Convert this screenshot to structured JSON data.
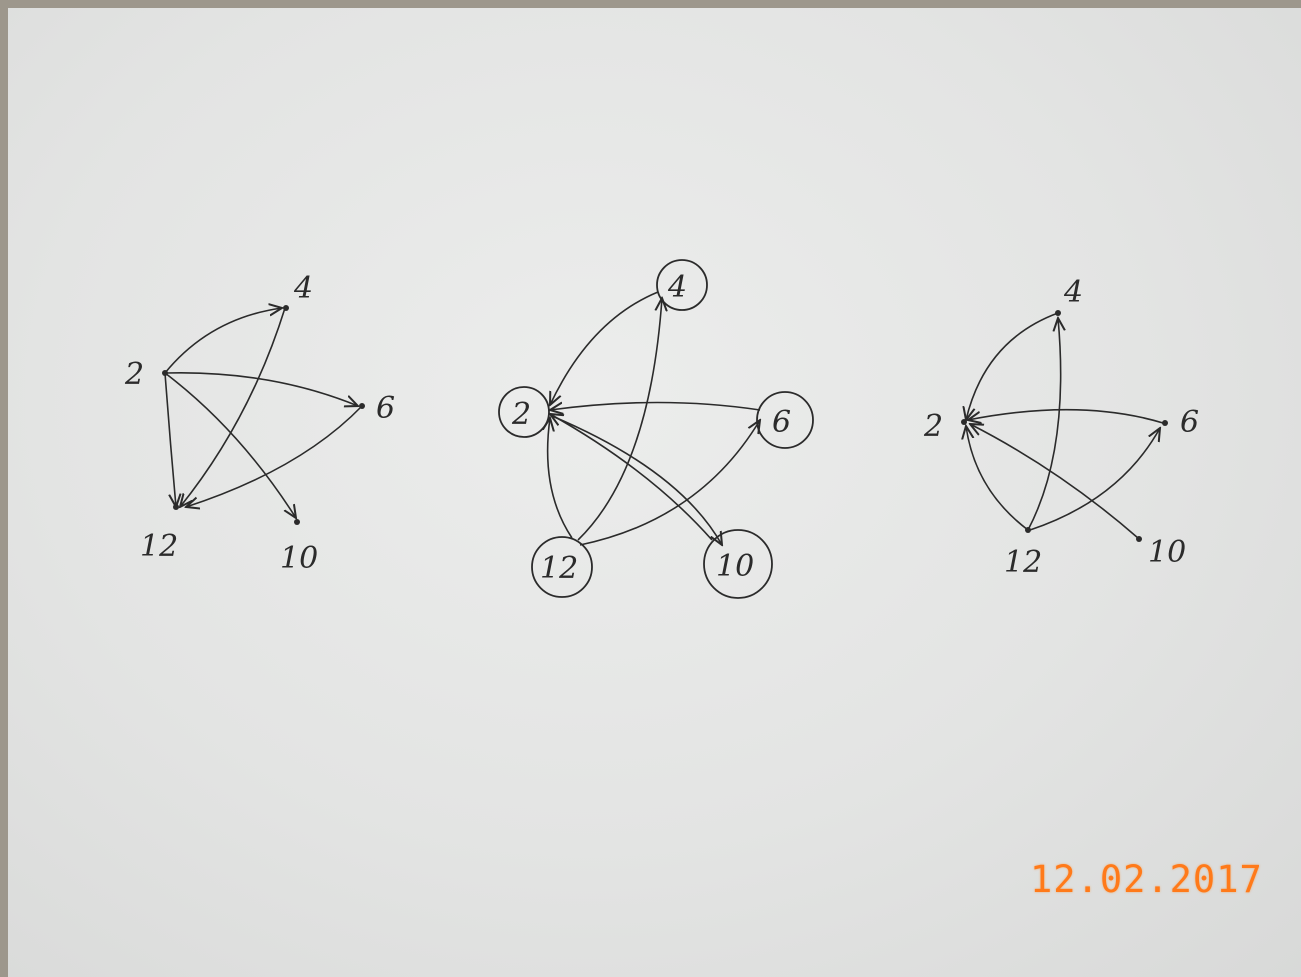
{
  "diagrams": [
    {
      "id": "graph-1",
      "nodes": [
        {
          "id": "2",
          "label": "2"
        },
        {
          "id": "4",
          "label": "4"
        },
        {
          "id": "6",
          "label": "6"
        },
        {
          "id": "12",
          "label": "12"
        },
        {
          "id": "10",
          "label": "10"
        }
      ],
      "edges": [
        {
          "from": "2",
          "to": "4"
        },
        {
          "from": "2",
          "to": "6"
        },
        {
          "from": "2",
          "to": "12"
        },
        {
          "from": "2",
          "to": "10"
        },
        {
          "from": "4",
          "to": "12"
        },
        {
          "from": "6",
          "to": "12"
        }
      ]
    },
    {
      "id": "graph-2",
      "nodes": [
        {
          "id": "2",
          "label": "2"
        },
        {
          "id": "4",
          "label": "4"
        },
        {
          "id": "6",
          "label": "6"
        },
        {
          "id": "12",
          "label": "12"
        },
        {
          "id": "10",
          "label": "10"
        }
      ],
      "edges": [
        {
          "from": "4",
          "to": "2"
        },
        {
          "from": "6",
          "to": "2"
        },
        {
          "from": "12",
          "to": "2"
        },
        {
          "from": "10",
          "to": "2"
        },
        {
          "from": "12",
          "to": "4"
        },
        {
          "from": "12",
          "to": "6"
        },
        {
          "from": "2",
          "to": "10"
        }
      ]
    },
    {
      "id": "graph-3",
      "nodes": [
        {
          "id": "2",
          "label": "2"
        },
        {
          "id": "4",
          "label": "4"
        },
        {
          "id": "6",
          "label": "6"
        },
        {
          "id": "12",
          "label": "12"
        },
        {
          "id": "10",
          "label": "10"
        }
      ],
      "edges": [
        {
          "from": "4",
          "to": "2"
        },
        {
          "from": "6",
          "to": "2"
        },
        {
          "from": "12",
          "to": "2"
        },
        {
          "from": "10",
          "to": "2"
        },
        {
          "from": "12",
          "to": "4"
        },
        {
          "from": "12",
          "to": "6"
        }
      ]
    }
  ],
  "date_stamp": "12.02.2017",
  "colors": {
    "ink": "#2b2b2b",
    "paper": "#e6e7e6",
    "stamp": "#ff7a1a"
  }
}
